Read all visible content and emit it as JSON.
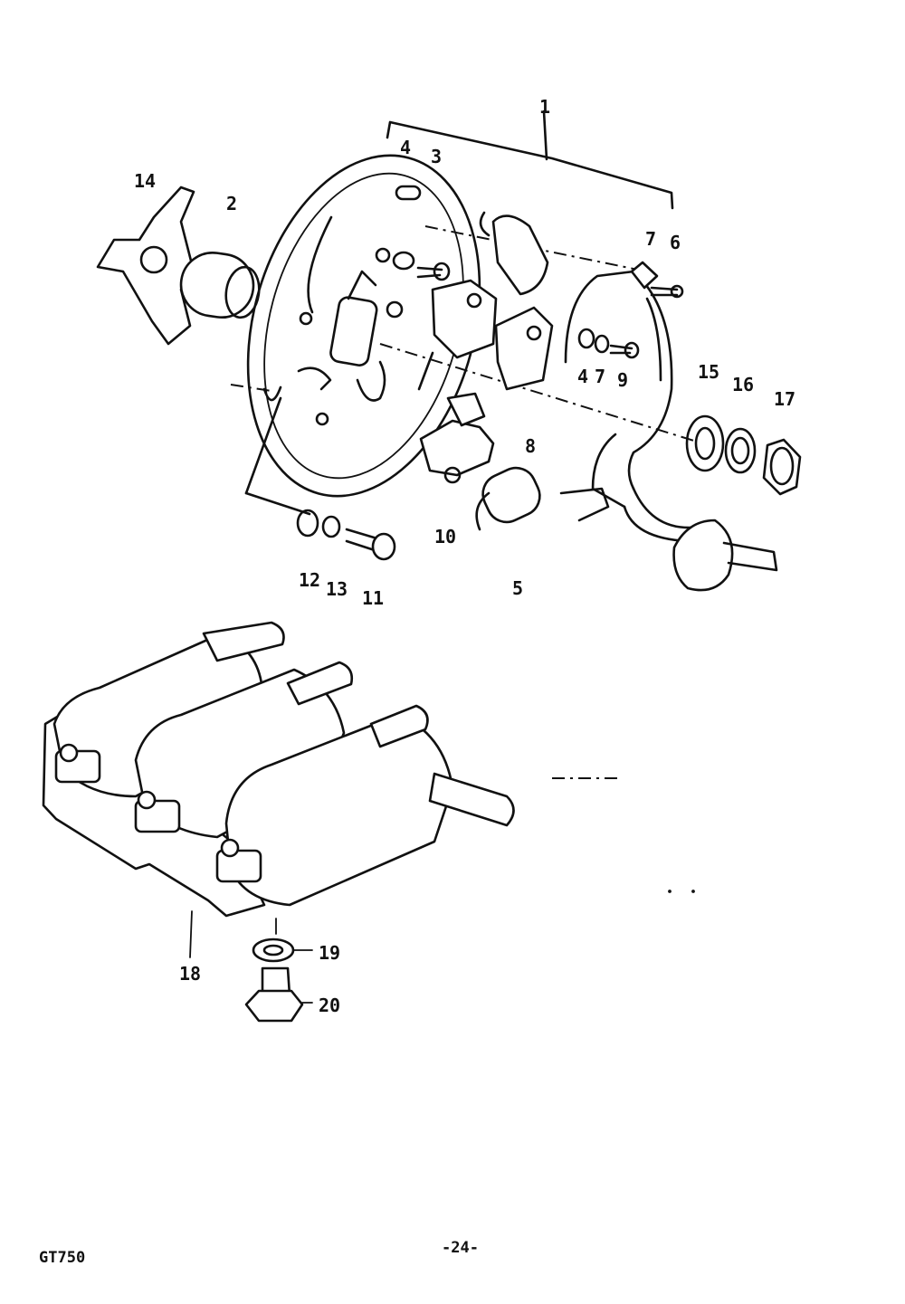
{
  "footer": {
    "model": "GT750",
    "page": "-24-"
  },
  "callouts": [
    "1",
    "2",
    "3",
    "4",
    "5",
    "6",
    "7",
    "8",
    "9",
    "10",
    "11",
    "12",
    "13",
    "14",
    "15",
    "16",
    "17",
    "18",
    "19",
    "20",
    "4",
    "7"
  ]
}
